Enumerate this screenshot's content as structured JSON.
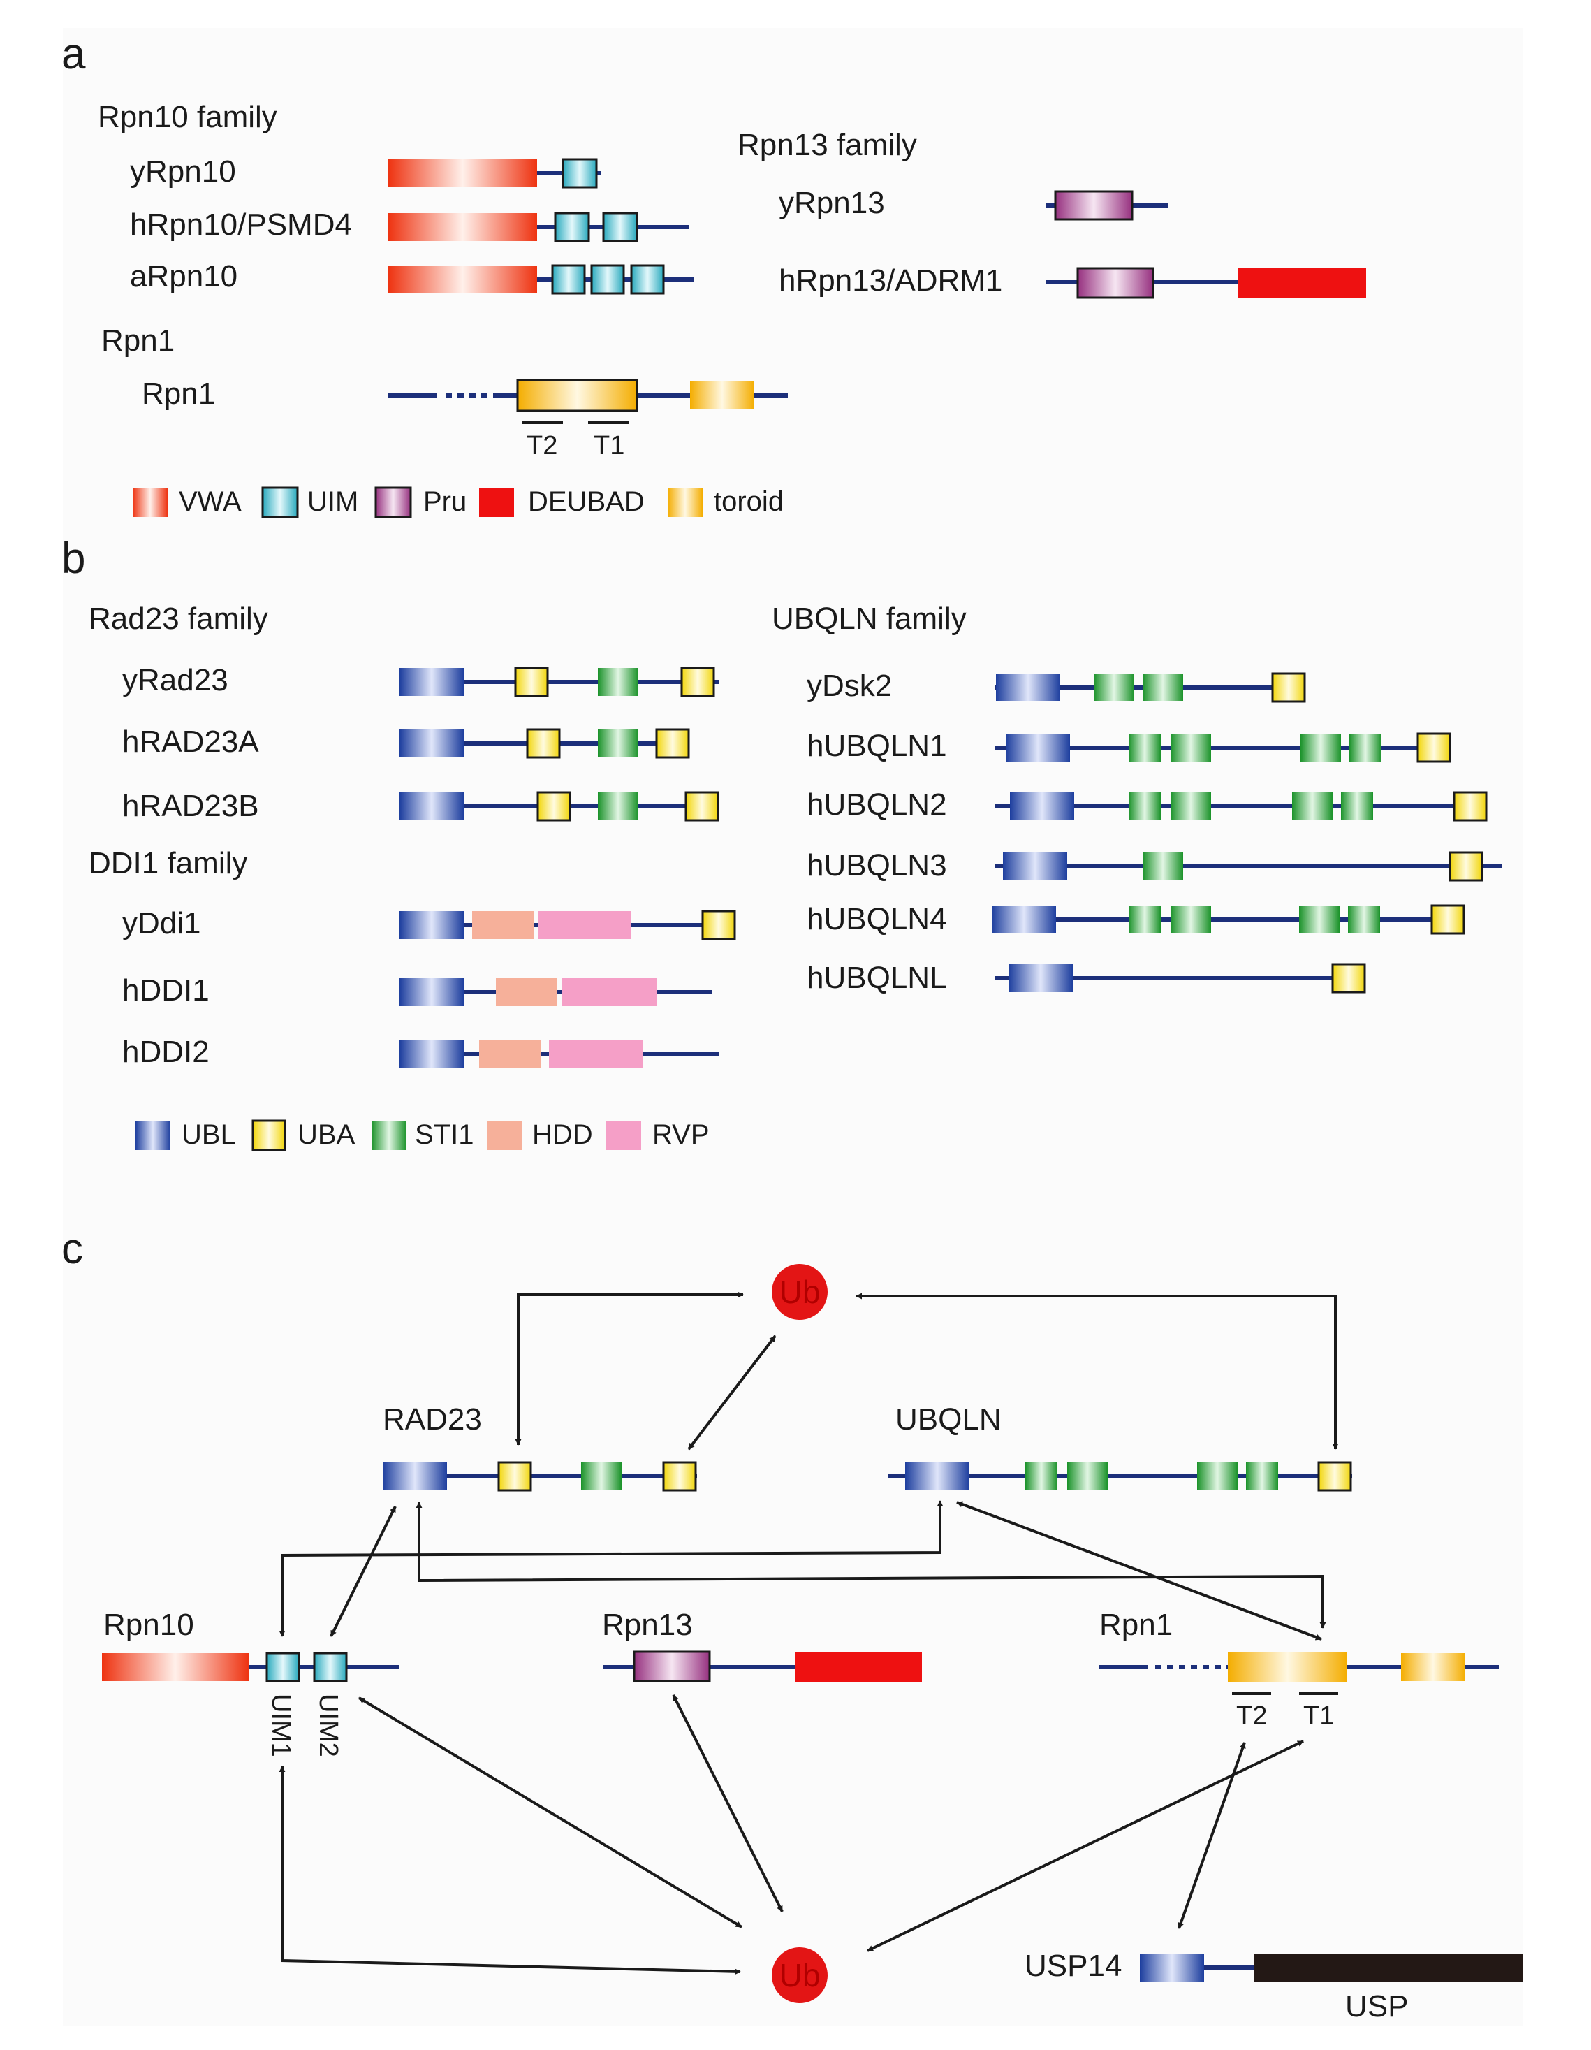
{
  "colors": {
    "VWA": "#ee3311",
    "UIM": "#33b6c8",
    "Pru": "#a0348e",
    "DEUBAD": "#ee1111",
    "toroid": "#f4b300",
    "UBL": "#2046a8",
    "UBA": "#f3e21b",
    "STI1": "#1f9a30",
    "HDD": "#f6b09a",
    "RVP": "#f59fc7",
    "line": "#1c2f7a",
    "ub": "#e31515",
    "usp": "#231815"
  },
  "panel_a": {
    "letter": "a",
    "rpn10_family": "Rpn10 family",
    "rpn13_family": "Rpn13 family",
    "rpn1_family": "Rpn1",
    "yRpn10": "yRpn10",
    "hRpn10": "hRpn10/PSMD4",
    "aRpn10": "aRpn10",
    "yRpn13": "yRpn13",
    "hRpn13": "hRpn13/ADRM1",
    "rpn1": "Rpn1",
    "t2": "T2",
    "t1": "T1",
    "legend": [
      "VWA",
      "UIM",
      "Pru",
      "DEUBAD",
      "toroid"
    ]
  },
  "panel_b": {
    "letter": "b",
    "rad23_family": "Rad23 family",
    "ubqln_family": "UBQLN family",
    "ddi1_family": "DDI1 family",
    "yRad23": "yRad23",
    "hRAD23A": "hRAD23A",
    "hRAD23B": "hRAD23B",
    "yDdi1": "yDdi1",
    "hDDI1": "hDDI1",
    "hDDI2": "hDDI2",
    "yDsk2": "yDsk2",
    "hUBQLN1": "hUBQLN1",
    "hUBQLN2": "hUBQLN2",
    "hUBQLN3": "hUBQLN3",
    "hUBQLN4": "hUBQLN4",
    "hUBQLNL": "hUBQLNL",
    "legend": [
      "UBL",
      "UBA",
      "STI1",
      "HDD",
      "RVP"
    ]
  },
  "panel_c": {
    "letter": "c",
    "ub_top": "Ub",
    "ub_bottom": "Ub",
    "rad23": "RAD23",
    "ubqln": "UBQLN",
    "rpn10": "Rpn10",
    "rpn13": "Rpn13",
    "rpn1": "Rpn1",
    "uim1": "UIM1",
    "uim2": "UIM2",
    "t2": "T2",
    "t1": "T1",
    "usp14": "USP14",
    "usp": "USP"
  }
}
